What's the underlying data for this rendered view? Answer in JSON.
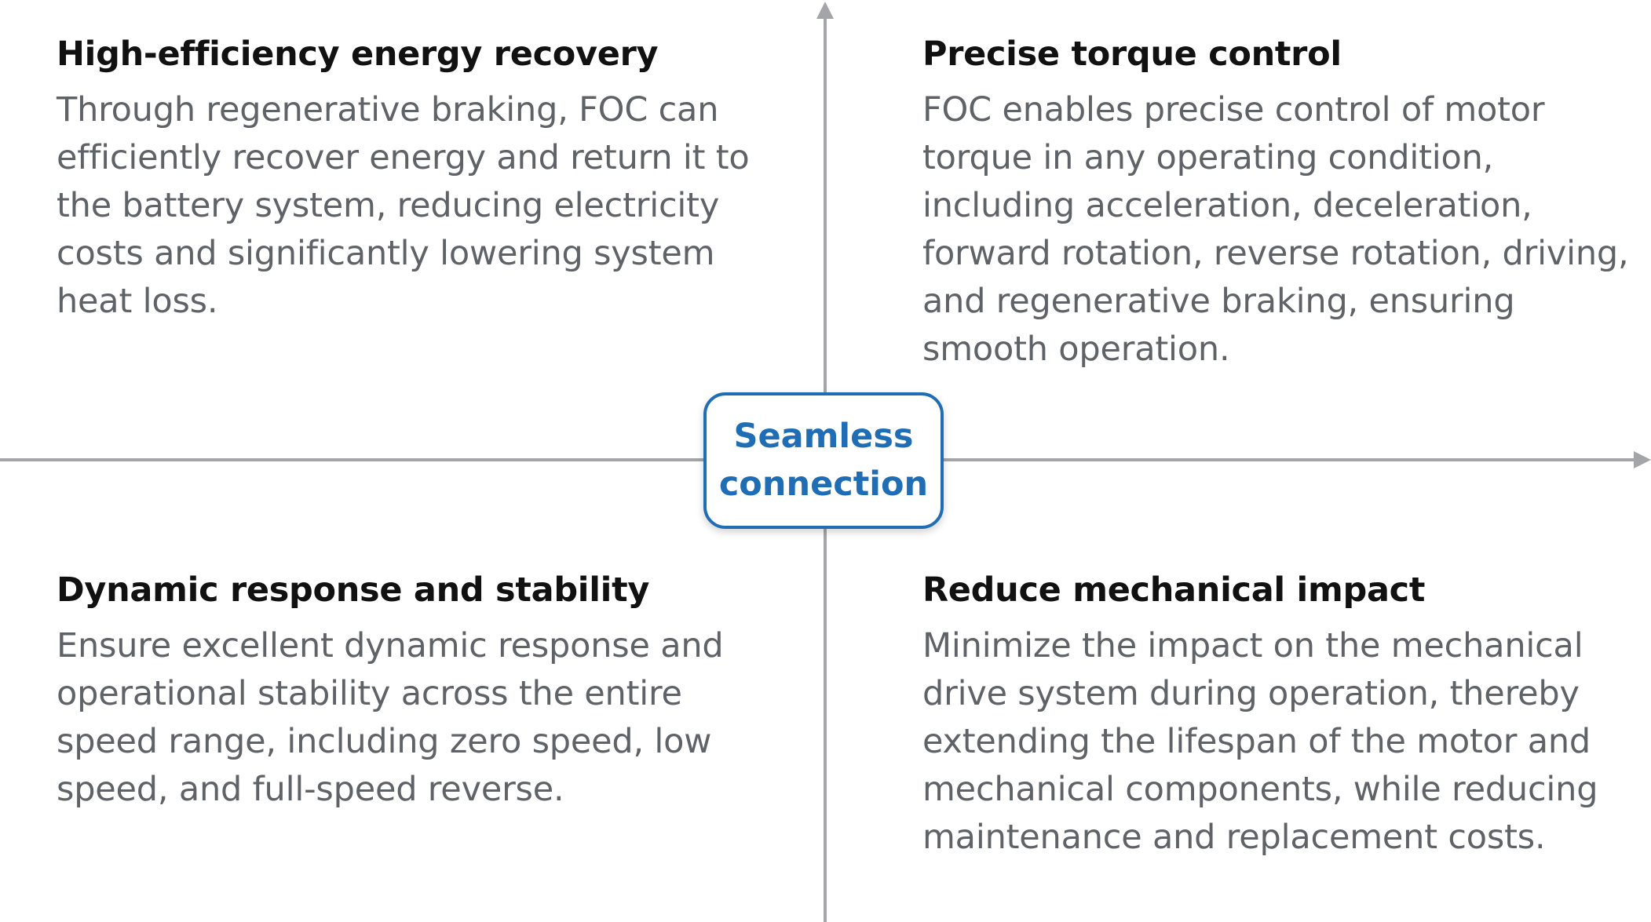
{
  "center": {
    "label": "Seamless\nconnection"
  },
  "quadrants": {
    "top_left": {
      "title": "High-efficiency energy recovery",
      "body": "Through regenerative braking, FOC can efficiently recover energy and return it to the battery system, reducing electricity costs and significantly lowering system heat loss."
    },
    "top_right": {
      "title": "Precise torque control",
      "body": "FOC enables precise control of motor torque in any operating condition, including acceleration, deceleration, forward rotation, reverse rotation, driving, and regenerative braking, ensuring smooth operation."
    },
    "bottom_left": {
      "title": "Dynamic response and stability",
      "body": "Ensure excellent dynamic response and operational stability across the entire speed range, including zero speed, low speed, and full-speed reverse."
    },
    "bottom_right": {
      "title": "Reduce mechanical impact",
      "body": "Minimize the impact on the mechanical drive system during operation, thereby extending the lifespan of the motor and mechanical components, while reducing maintenance and replacement costs."
    }
  },
  "colors": {
    "accent": "#1f6eb5",
    "axis": "#a3a5a8",
    "title_text": "#111111",
    "body_text": "#5f6266"
  }
}
